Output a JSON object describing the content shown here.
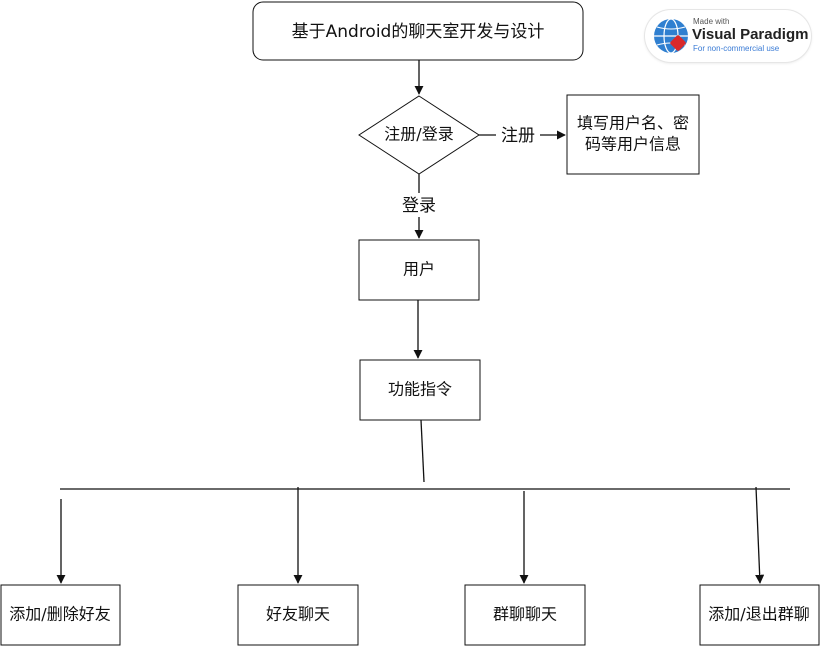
{
  "nodes": {
    "title": "基于Android的聊天室开发与设计",
    "decision": "注册/登录",
    "register_info_line1": "填写用户名、密",
    "register_info_line2": "码等用户信息",
    "user": "用户",
    "functions": "功能指令",
    "leaf_1": "添加/删除好友",
    "leaf_2": "好友聊天",
    "leaf_3": "群聊聊天",
    "leaf_4": "添加/退出群聊"
  },
  "edges": {
    "register_label": "注册",
    "login_label": "登录"
  },
  "watermark": {
    "made_with": "Made with",
    "brand": "Visual Paradigm",
    "sub": "For non-commercial use",
    "colors": {
      "globe": "#2f7fd0",
      "accent": "#d9292b"
    }
  }
}
